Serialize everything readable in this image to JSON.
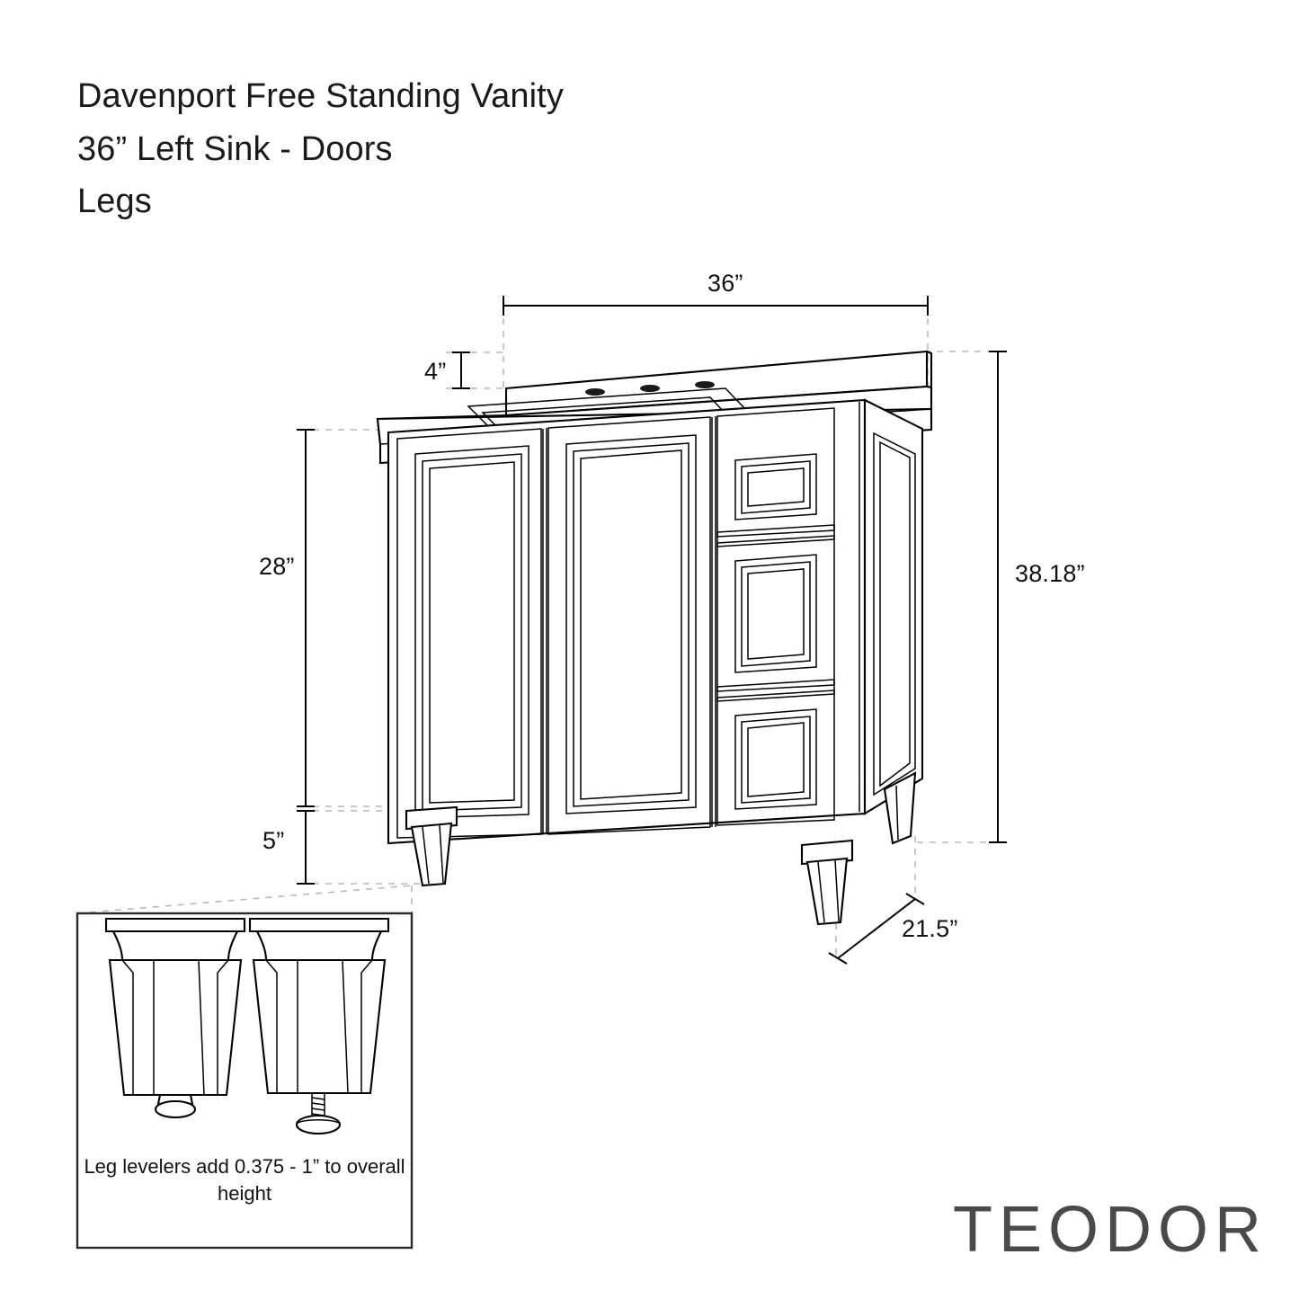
{
  "document": {
    "type": "product-specification-drawing",
    "title_lines": [
      "Davenport Free Standing Vanity",
      "36” Left Sink - Doors",
      "Legs"
    ],
    "brand": "TEODOR",
    "background_color": "#ffffff",
    "line_color": "#000000",
    "dimension_guide_color": "#b9b9b9"
  },
  "dimensions": {
    "width": {
      "label": "36”",
      "value": 36,
      "unit": "in",
      "placement": "top"
    },
    "backsplash_height": {
      "label": "4”",
      "value": 4,
      "unit": "in",
      "placement": "upper-left"
    },
    "cabinet_height": {
      "label": "28”",
      "value": 28,
      "unit": "in",
      "placement": "left"
    },
    "leg_height": {
      "label": "5”",
      "value": 5,
      "unit": "in",
      "placement": "lower-left"
    },
    "overall_height": {
      "label": "38.18”",
      "value": 38.18,
      "unit": "in",
      "placement": "right"
    },
    "depth": {
      "label": "21.5”",
      "value": 21.5,
      "unit": "in",
      "placement": "lower-right-diagonal"
    }
  },
  "product": {
    "name": "Davenport Free Standing Vanity",
    "configuration": "36” Left Sink - Doors",
    "base_type": "Legs",
    "doors": 2,
    "drawers": 3,
    "faucet_holes": 3
  },
  "leg_detail": {
    "note": "Leg levelers add 0.375 - 1” to overall height",
    "legs_shown": 2,
    "left_leg_state": "leveler retracted",
    "right_leg_state": "leveler extended"
  }
}
